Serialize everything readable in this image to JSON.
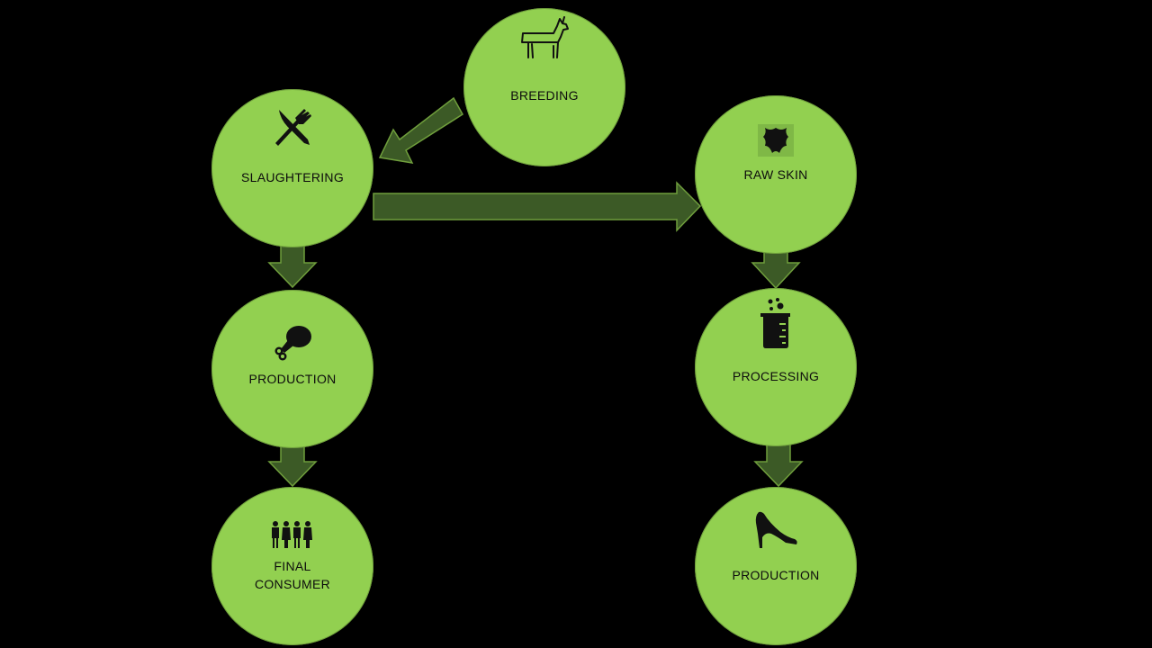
{
  "colors": {
    "background": "#000000",
    "node_fill": "#92d050",
    "arrow_fill": "#3c5a26",
    "arrow_stroke": "#6f9e3c",
    "text": "#0d0d0d"
  },
  "nodes": {
    "breeding": {
      "label": "BREEDING",
      "icon": "goat-icon"
    },
    "slaughtering": {
      "label": "SLAUGHTERING",
      "icon": "fork-knife-icon"
    },
    "production_food": {
      "label": "PRODUCTION",
      "icon": "chicken-leg-icon"
    },
    "final_consumer": {
      "label_line1": "FINAL",
      "label_line2": "CONSUMER",
      "icon": "people-icon"
    },
    "raw_skin": {
      "label": "RAW SKIN",
      "icon": "leather-hide-icon"
    },
    "processing": {
      "label": "PROCESSING",
      "icon": "beaker-icon"
    },
    "production_leather": {
      "label": "PRODUCTION",
      "icon": "high-heel-icon"
    }
  },
  "connections": [
    {
      "from": "BREEDING",
      "to": "SLAUGHTERING"
    },
    {
      "from": "SLAUGHTERING",
      "to": "RAW SKIN"
    },
    {
      "from": "SLAUGHTERING",
      "to": "PRODUCTION"
    },
    {
      "from": "PRODUCTION",
      "to": "FINAL CONSUMER"
    },
    {
      "from": "RAW SKIN",
      "to": "PROCESSING"
    },
    {
      "from": "PROCESSING",
      "to": "PRODUCTION"
    }
  ]
}
